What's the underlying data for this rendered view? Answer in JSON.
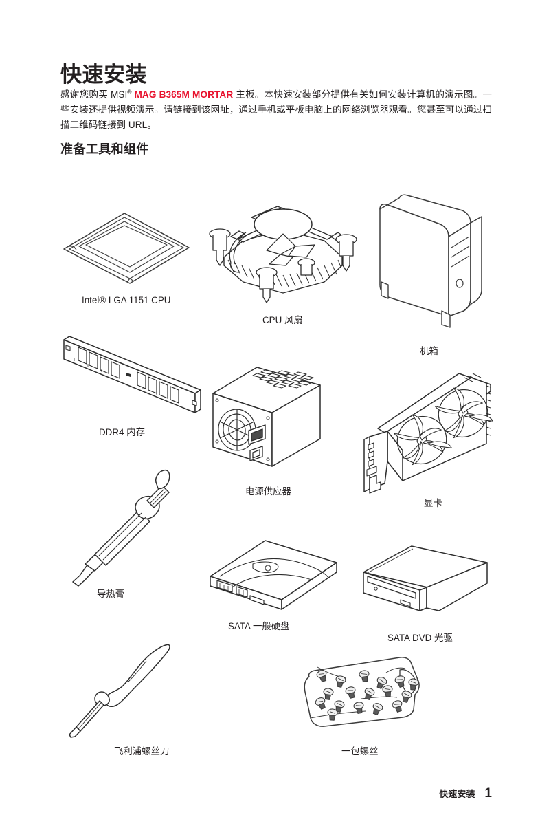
{
  "document": {
    "title": "快速安装",
    "intro": {
      "before_brand": "感谢您购买 MSI",
      "registered_mark": "®",
      "brand": "MAG B365M MORTAR",
      "after_brand": " 主板。本快速安装部分提供有关如何安装计算机的演示图。一些安装还提供视频演示。请链接到该网址，通过手机或平板电脑上的网络浏览器观看。您甚至可以通过扫描二维码链接到 URL。"
    },
    "section_heading": "准备工具和组件",
    "brand_color": "#e8112d",
    "text_color": "#231f20"
  },
  "parts": [
    {
      "id": "cpu",
      "icon": "cpu-icon",
      "caption": "Intel® LGA 1151 CPU"
    },
    {
      "id": "cpu-fan",
      "icon": "cpu-fan-icon",
      "caption": "CPU 风扇"
    },
    {
      "id": "case",
      "icon": "computer-case-icon",
      "caption": "机箱"
    },
    {
      "id": "memory",
      "icon": "ddr4-memory-icon",
      "caption": "DDR4 内存"
    },
    {
      "id": "psu",
      "icon": "power-supply-icon",
      "caption": "电源供应器"
    },
    {
      "id": "graphics-card",
      "icon": "graphics-card-icon",
      "caption": "显卡"
    },
    {
      "id": "thermal-paste",
      "icon": "thermal-paste-icon",
      "caption": "导热膏"
    },
    {
      "id": "hard-drive",
      "icon": "sata-hard-drive-icon",
      "caption": "SATA 一般硬盘"
    },
    {
      "id": "dvd-drive",
      "icon": "sata-dvd-drive-icon",
      "caption": "SATA DVD 光驱"
    },
    {
      "id": "screwdriver",
      "icon": "screwdriver-icon",
      "caption": "飞利浦螺丝刀"
    },
    {
      "id": "screws",
      "icon": "bag-of-screws-icon",
      "caption": "一包螺丝"
    }
  ],
  "footer": {
    "label": "快速安装",
    "page_number": "1"
  }
}
